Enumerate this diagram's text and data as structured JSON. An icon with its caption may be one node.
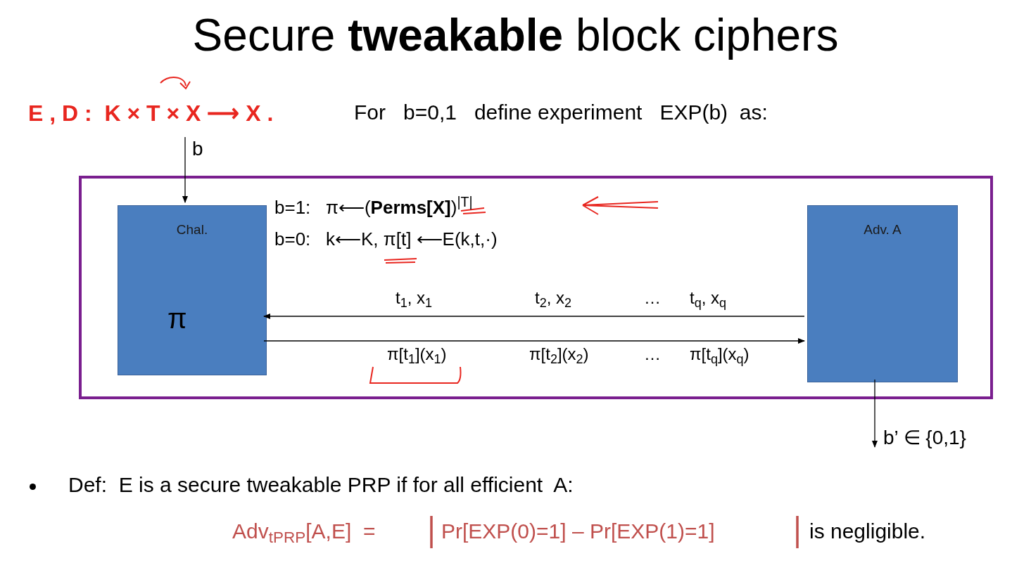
{
  "diagram": {
    "title": "Secure **tweakable** block ciphers",
    "nodes": [
      {
        "text": [],
        "shape": "box"
      },
      {
        "text": [
          "Chal.",
          "π"
        ],
        "in": 0
      },
      {
        "text": [
          "Adv. A"
        ],
        "in": 0
      }
    ],
    "edges": [
      {
        "from": null,
        "to": 1,
        "arrow": "to",
        "label": "b"
      },
      {
        "from": 2,
        "to": 1,
        "arrow": "to"
      },
      {
        "from": 1,
        "to": 2,
        "arrow": "to"
      },
      {
        "from": 2,
        "to": null,
        "arrow": "to",
        "label": "b’ ∈ {0,1}"
      }
    ],
    "labels": [
      "E , D :  K × T × X ⟶ X .",
      "For   b=0,1   define experiment   EXP(b)  as:",
      "b=1:   π⟵(**Perms[X]**)$^{|T|}$",
      "b=0:   k⟵K, π[t] ⟵E(k,t,·)",
      "t$_{1}$, x$_{1}$",
      "t$_{2}$, x$_{2}$",
      "…",
      "t$_{q}$, x$_{q}$",
      "π[t$_{1}$](x$_{1}$)",
      "π[t$_{2}$](x$_{2}$)",
      "…",
      "π[t$_{q}$](x$_{q}$)",
      "Def:  E is a secure tweakable PRP if for all efficient  A:",
      "Adv$_{tPRP}$[A,E]  =",
      "Pr[EXP(0)=1] – Pr[EXP(1)=1]",
      "is negligible."
    ]
  }
}
